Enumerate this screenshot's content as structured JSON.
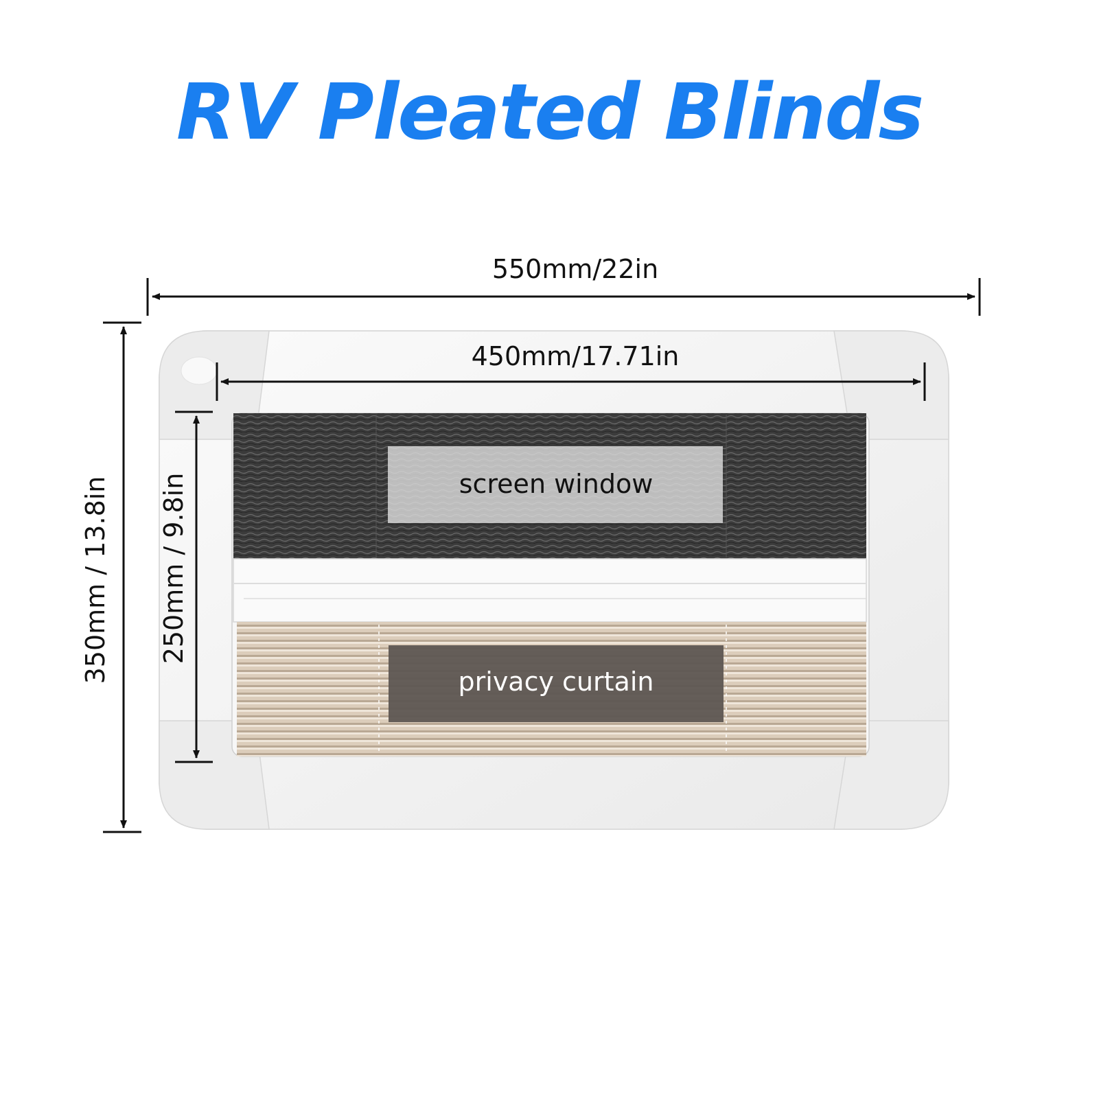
{
  "title": "RV Pleated Blinds",
  "colors": {
    "title": "#1a7ff0",
    "dimension_line": "#111111",
    "frame": "#f4f4f4",
    "screen_mesh": "#3a3a3a",
    "privacy_fabric": "#d8c8b5",
    "label_box_screen": "#d9d9d9",
    "label_box_privacy": "#5c5551"
  },
  "dimensions": {
    "outer_width": "550mm/22in",
    "inner_width": "450mm/17.71in",
    "outer_height": "350mm / 13.8in",
    "inner_height": "250mm / 9.8in"
  },
  "panels": {
    "screen": "screen window",
    "privacy": "privacy curtain"
  }
}
